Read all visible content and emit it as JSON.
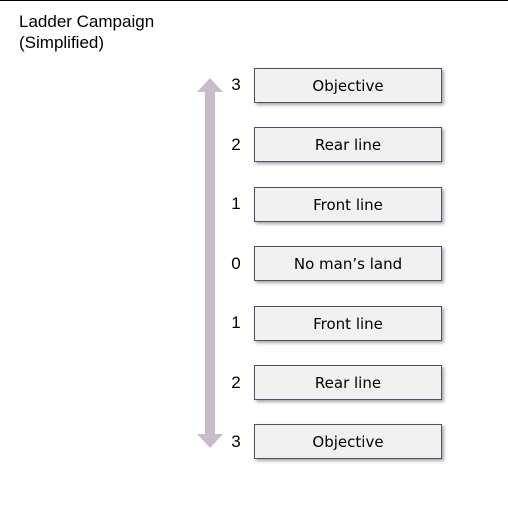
{
  "title": {
    "line1": "Ladder Campaign",
    "line2": "(Simplified)"
  },
  "colors": {
    "arrow": "#c9bcc9",
    "box_fill": "#f1f1f1",
    "box_border": "#44546a"
  },
  "rungs": [
    {
      "number": "3",
      "label": "Objective"
    },
    {
      "number": "2",
      "label": "Rear line"
    },
    {
      "number": "1",
      "label": "Front line"
    },
    {
      "number": "0",
      "label": "No man’s land"
    },
    {
      "number": "1",
      "label": "Front line"
    },
    {
      "number": "2",
      "label": "Rear line"
    },
    {
      "number": "3",
      "label": "Objective"
    }
  ]
}
